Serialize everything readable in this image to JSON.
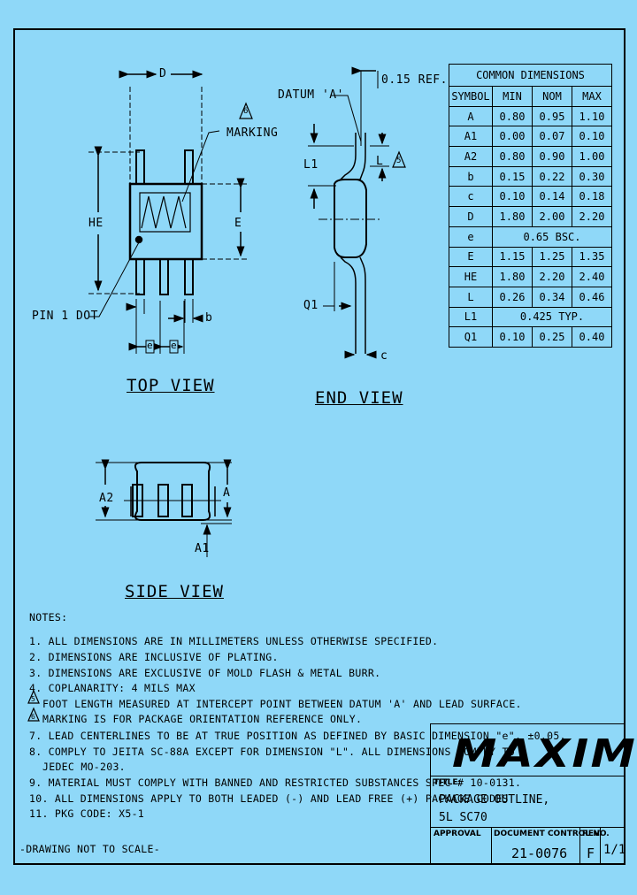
{
  "views": {
    "top_view": "TOP VIEW",
    "end_view": "END VIEW",
    "side_view": "SIDE VIEW"
  },
  "labels": {
    "D": "D",
    "HE": "HE",
    "E": "E",
    "marking": "MARKING",
    "pin1_dot": "PIN 1 DOT",
    "b": "b",
    "e": "e",
    "datum_a": "DATUM 'A'",
    "ref": "0.15 REF.",
    "L1": "L1",
    "L": "L",
    "Q1": "Q1",
    "c": "c",
    "A2": "A2",
    "A": "A",
    "A1": "A1",
    "note_flag_5": "5",
    "note_flag_6": "6"
  },
  "table": {
    "title": "COMMON DIMENSIONS",
    "headers": [
      "SYMBOL",
      "MIN",
      "NOM",
      "MAX"
    ],
    "rows": [
      [
        "A",
        "0.80",
        "0.95",
        "1.10"
      ],
      [
        "A1",
        "0.00",
        "0.07",
        "0.10"
      ],
      [
        "A2",
        "0.80",
        "0.90",
        "1.00"
      ],
      [
        "b",
        "0.15",
        "0.22",
        "0.30"
      ],
      [
        "c",
        "0.10",
        "0.14",
        "0.18"
      ],
      [
        "D",
        "1.80",
        "2.00",
        "2.20"
      ],
      [
        "e",
        "0.65 BSC."
      ],
      [
        "E",
        "1.15",
        "1.25",
        "1.35"
      ],
      [
        "HE",
        "1.80",
        "2.20",
        "2.40"
      ],
      [
        "L",
        "0.26",
        "0.34",
        "0.46"
      ],
      [
        "L1",
        "0.425 TYP."
      ],
      [
        "Q1",
        "0.10",
        "0.25",
        "0.40"
      ]
    ]
  },
  "notes": {
    "heading": "NOTES:",
    "lines": [
      "1. ALL DIMENSIONS ARE IN MILLIMETERS UNLESS OTHERWISE SPECIFIED.",
      "2. DIMENSIONS ARE INCLUSIVE OF PLATING.",
      "3. DIMENSIONS ARE EXCLUSIVE OF MOLD FLASH & METAL BURR.",
      "4. COPLANARITY: 4 MILS MAX",
      "FOOT LENGTH MEASURED AT INTERCEPT POINT BETWEEN DATUM 'A' AND LEAD SURFACE.",
      "MARKING IS FOR PACKAGE ORIENTATION REFERENCE ONLY.",
      "7. LEAD CENTERLINES TO BE AT TRUE POSITION AS DEFINED BY BASIC DIMENSION \"e\", ±0.05.",
      "8. COMPLY TO JEITA SC-88A EXCEPT FOR DIMENSION \"L\". ALL DIMENSIONS COMPLY TO",
      "JEDEC MO-203.",
      "9. MATERIAL MUST COMPLY WITH BANNED AND RESTRICTED SUBSTANCES SPEC # 10-0131.",
      "10. ALL DIMENSIONS APPLY TO BOTH LEADED (-) AND LEAD FREE (+) PACKAGE CODES",
      "11. PKG CODE: X5-1"
    ],
    "footer": "-DRAWING NOT TO SCALE-"
  },
  "title_block": {
    "logo": "MAXIM",
    "title_label": "TITLE:",
    "title_line1": "PACKAGE OUTLINE,",
    "title_line2": "5L SC70",
    "approval_label": "APPROVAL",
    "doc_label": "DOCUMENT CONTROL NO.",
    "doc_no": "21-0076",
    "rev_label": "REV.",
    "rev": "F",
    "sheet": "1/1"
  }
}
